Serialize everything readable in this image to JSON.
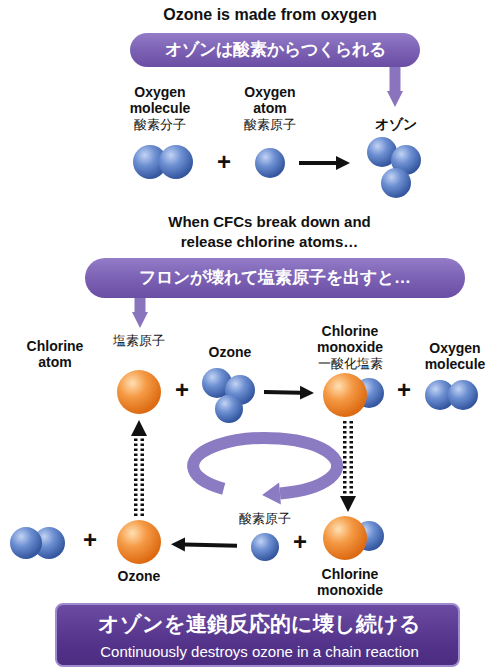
{
  "diagram": {
    "title": "Ozone is made from oxygen",
    "nodes": [
      {
        "text": [
          "オゾンは酸素からつくられる"
        ]
      },
      {
        "text": [
          "Oxygen molecule",
          "酸素分子"
        ]
      },
      {
        "text": [
          "Oxygen atom",
          "酸素原子"
        ]
      },
      {
        "text": [
          "オゾン"
        ]
      },
      {
        "text": [
          "フロンが壊れて塩素原子を出すと…"
        ]
      },
      {
        "text": [
          "Chlorine atom",
          "塩素原子"
        ]
      },
      {
        "text": [
          "Ozone"
        ]
      },
      {
        "text": [
          "Chlorine monoxide",
          "一酸化塩素"
        ]
      },
      {
        "text": [
          "Oxygen molecule"
        ]
      },
      {
        "text": [
          "Ozone"
        ]
      },
      {
        "text": [
          "酸素原子"
        ]
      },
      {
        "text": [
          "Chlorine monoxide"
        ]
      },
      {
        "text": [
          "オゾンを連鎖反応的に壊し続ける",
          "Continuously destroys ozone in a chain reaction"
        ]
      }
    ],
    "edges": [
      {
        "from": 0,
        "to": 3,
        "arrow": "to"
      },
      {
        "from": 2,
        "to": 3,
        "arrow": "to"
      },
      {
        "from": 4,
        "to": 5,
        "arrow": "to"
      },
      {
        "from": 6,
        "to": 7,
        "arrow": "to"
      },
      {
        "from": 7,
        "to": 11,
        "arrow": "to"
      },
      {
        "from": 10,
        "to": 9,
        "arrow": "to"
      },
      {
        "from": 9,
        "to": 5,
        "arrow": "to"
      }
    ],
    "labels": [
      "+",
      "When CFCs break down and release chlorine atoms…",
      "+",
      "+",
      "+",
      "+"
    ]
  }
}
